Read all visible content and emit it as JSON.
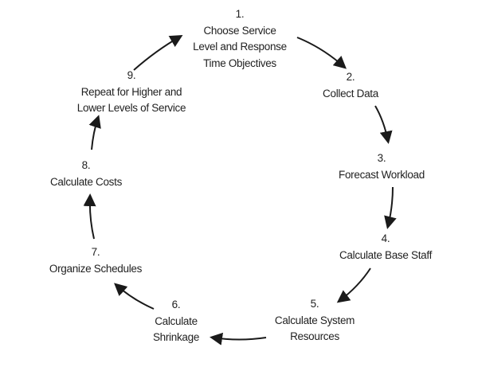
{
  "title": "Staffing planning cycle",
  "steps": [
    {
      "number": "1.",
      "lines": [
        "Choose Service",
        "Level and Response",
        "Time Objectives"
      ]
    },
    {
      "number": "2.",
      "lines": [
        "Collect Data"
      ]
    },
    {
      "number": "3.",
      "lines": [
        "Forecast Workload"
      ]
    },
    {
      "number": "4.",
      "lines": [
        "Calculate Base Staff"
      ]
    },
    {
      "number": "5.",
      "lines": [
        "Calculate System",
        "Resources"
      ]
    },
    {
      "number": "6.",
      "lines": [
        "Calculate",
        "Shrinkage"
      ]
    },
    {
      "number": "7.",
      "lines": [
        "Organize Schedules"
      ]
    },
    {
      "number": "8.",
      "lines": [
        "Calculate Costs"
      ]
    },
    {
      "number": "9.",
      "lines": [
        "Repeat for Higher and",
        "Lower Levels of Service"
      ]
    }
  ],
  "colors": {
    "text": "#222222",
    "arrow": "#1a1a1a",
    "background": "#ffffff"
  }
}
